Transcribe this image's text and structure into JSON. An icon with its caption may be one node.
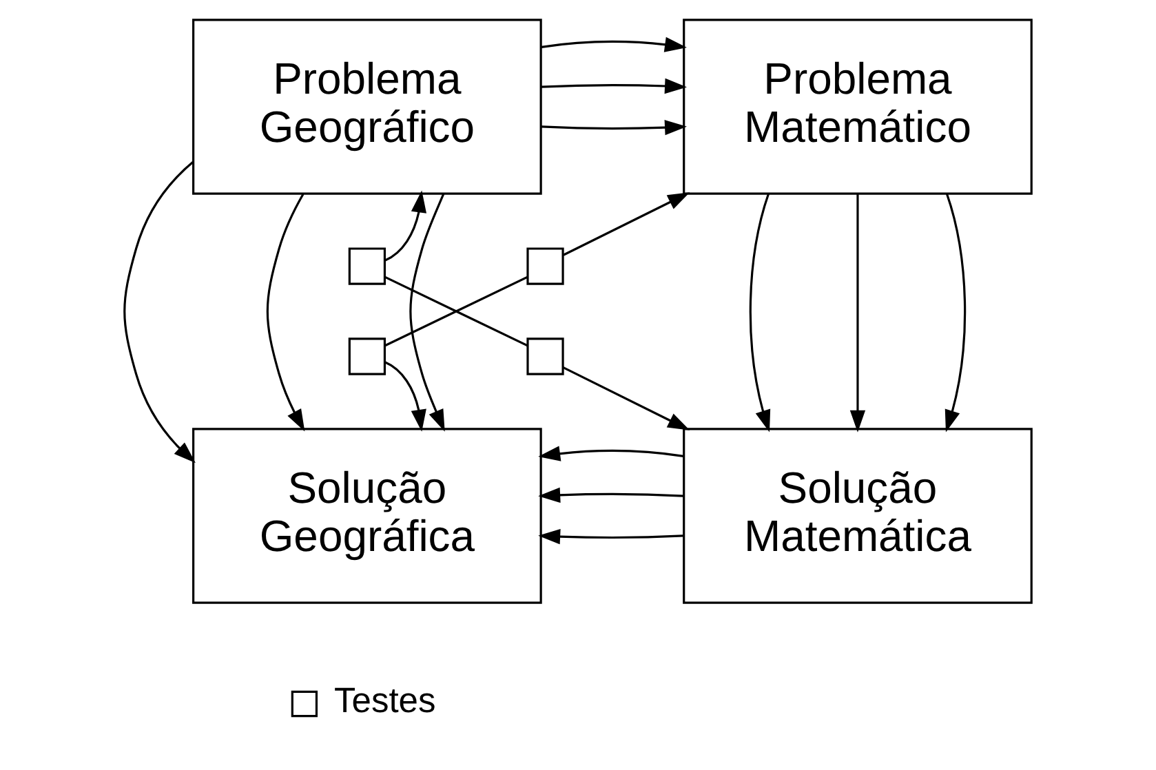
{
  "diagram": {
    "nodes": [
      {
        "text": [
          "Problema Geográfico"
        ]
      },
      {
        "text": [
          "Problema Matemático"
        ]
      },
      {
        "text": [],
        "shape": "box"
      },
      {
        "text": [],
        "shape": "box"
      },
      {
        "text": [],
        "shape": "box"
      },
      {
        "text": [],
        "shape": "box"
      },
      {
        "text": [
          "Solução Geográfica"
        ]
      },
      {
        "text": [
          "Solução Matemática"
        ]
      }
    ],
    "edges": [
      {
        "from": 0,
        "to": 1,
        "arrow": "to"
      },
      {
        "from": 0,
        "to": 1,
        "arrow": "to"
      },
      {
        "from": 0,
        "to": 1,
        "arrow": "to"
      },
      {
        "from": 0,
        "to": 6,
        "arrow": "to"
      },
      {
        "from": 0,
        "to": 6,
        "arrow": "to"
      },
      {
        "from": 0,
        "to": 6,
        "arrow": "to"
      },
      {
        "from": 1,
        "to": 7,
        "arrow": "to"
      },
      {
        "from": 1,
        "to": 7,
        "arrow": "to"
      },
      {
        "from": 1,
        "to": 7,
        "arrow": "to"
      },
      {
        "from": 7,
        "to": 6,
        "arrow": "to"
      },
      {
        "from": 7,
        "to": 6,
        "arrow": "to"
      },
      {
        "from": 7,
        "to": 6,
        "arrow": "to"
      },
      {
        "from": 2,
        "to": 0,
        "arrow": "to"
      },
      {
        "from": 2,
        "to": 5,
        "arrow": "none"
      },
      {
        "from": 5,
        "to": 7,
        "arrow": "to"
      },
      {
        "from": 3,
        "to": 1,
        "arrow": "to"
      },
      {
        "from": 3,
        "to": 4,
        "arrow": "none"
      },
      {
        "from": 4,
        "to": 6,
        "arrow": "to"
      }
    ],
    "legend": [
      {
        "text": "Testes"
      }
    ]
  }
}
